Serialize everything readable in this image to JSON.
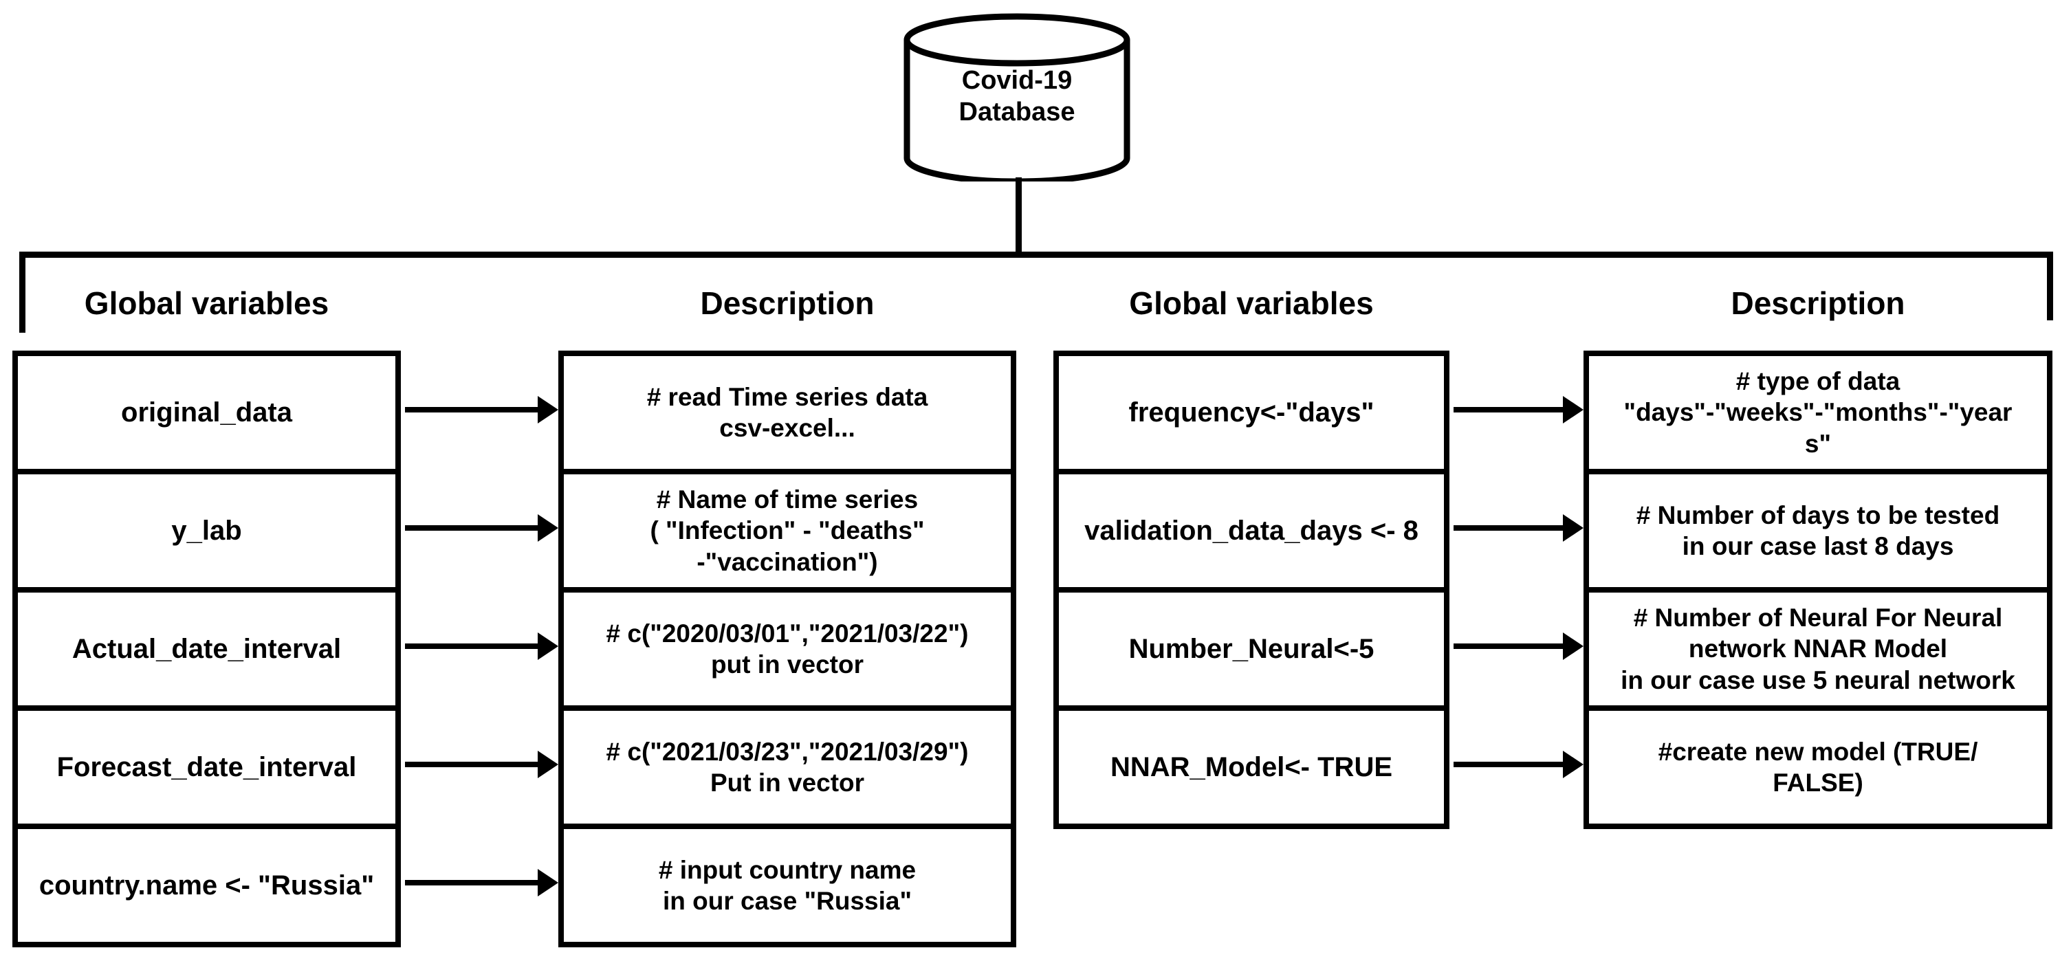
{
  "diagram": {
    "title_node": "Covid-19\nDatabase",
    "colors": {
      "ink": "#000000",
      "background": "#ffffff"
    }
  },
  "left_table": {
    "variables_header": "Global variables",
    "description_header": "Description",
    "rows": [
      {
        "variable": "original_data",
        "description": "# read Time series data\ncsv-excel..."
      },
      {
        "variable": "y_lab",
        "description": "# Name of time series\n( \"Infection\" - \"deaths\"\n-\"vaccination\")"
      },
      {
        "variable": "Actual_date_interval",
        "description": "# c(\"2020/03/01\",\"2021/03/22\")\nput in vector"
      },
      {
        "variable": "Forecast_date_interval",
        "description": "# c(\"2021/03/23\",\"2021/03/29\")\nPut in vector"
      },
      {
        "variable": "country.name <- \"Russia\"",
        "description": "# input country name\nin our case \"Russia\""
      }
    ]
  },
  "right_table": {
    "variables_header": "Global variables",
    "description_header": "Description",
    "rows": [
      {
        "variable": "frequency<-\"days\"",
        "description": "# type of data\n\"days\"-\"weeks\"-\"months\"-\"year\ns\""
      },
      {
        "variable": "validation_data_days <- 8",
        "description": "# Number of days to be tested\nin our case last 8 days"
      },
      {
        "variable": "Number_Neural<-5",
        "description": "# Number of Neural For Neural\nnetwork NNAR Model\nin our case use 5 neural network"
      },
      {
        "variable": "NNAR_Model<- TRUE",
        "description": "#create new model (TRUE/\nFALSE)"
      }
    ]
  }
}
